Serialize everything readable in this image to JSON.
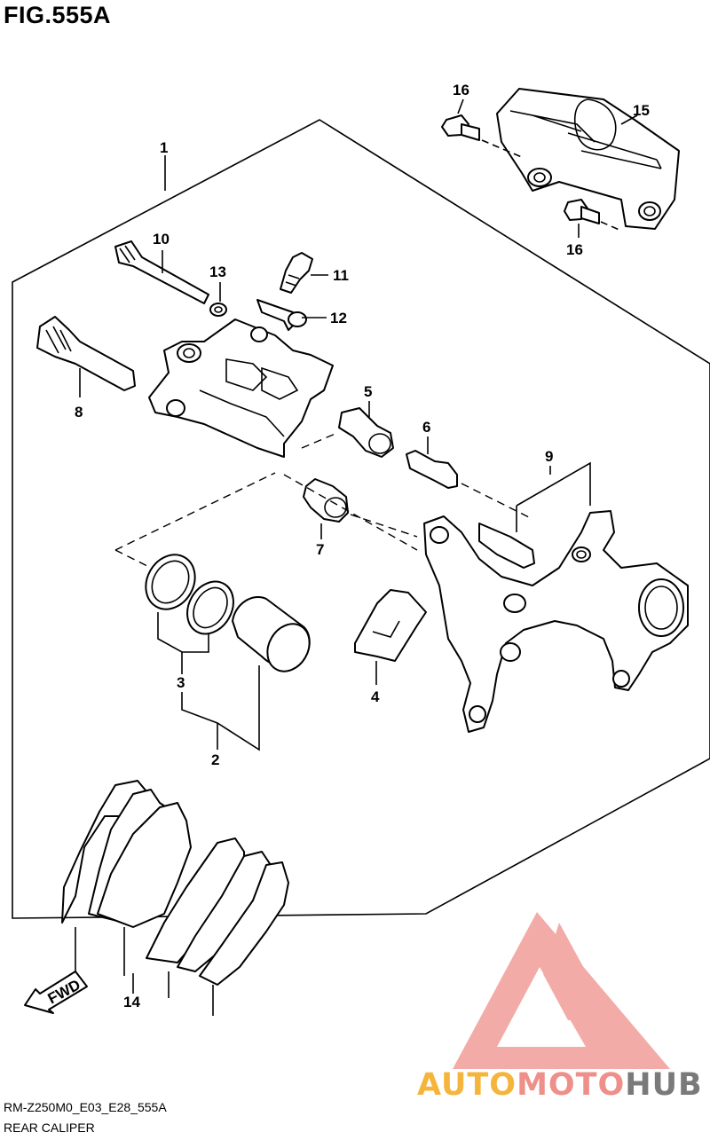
{
  "figure": {
    "title": "FIG.555A",
    "code": "RM-Z250M0_E03_E28_555A",
    "name": "REAR CALIPER"
  },
  "callouts": [
    {
      "id": "1",
      "label": "1"
    },
    {
      "id": "2",
      "label": "2"
    },
    {
      "id": "3",
      "label": "3"
    },
    {
      "id": "4",
      "label": "4"
    },
    {
      "id": "5",
      "label": "5"
    },
    {
      "id": "6",
      "label": "6"
    },
    {
      "id": "7",
      "label": "7"
    },
    {
      "id": "8",
      "label": "8"
    },
    {
      "id": "9",
      "label": "9"
    },
    {
      "id": "10",
      "label": "10"
    },
    {
      "id": "11",
      "label": "11"
    },
    {
      "id": "12",
      "label": "12"
    },
    {
      "id": "13",
      "label": "13"
    },
    {
      "id": "14",
      "label": "14"
    },
    {
      "id": "15",
      "label": "15"
    },
    {
      "id": "16a",
      "label": "16"
    },
    {
      "id": "16b",
      "label": "16"
    }
  ],
  "direction_arrow": {
    "label": "FWD"
  },
  "watermark": {
    "part1": "AUTO",
    "part2": "MOTO",
    "part3": "HUB",
    "colors": {
      "auto": "#f5b53c",
      "moto": "#ef8f8a",
      "hub": "#7a7a7a",
      "logo": "#ef8f8a"
    }
  }
}
